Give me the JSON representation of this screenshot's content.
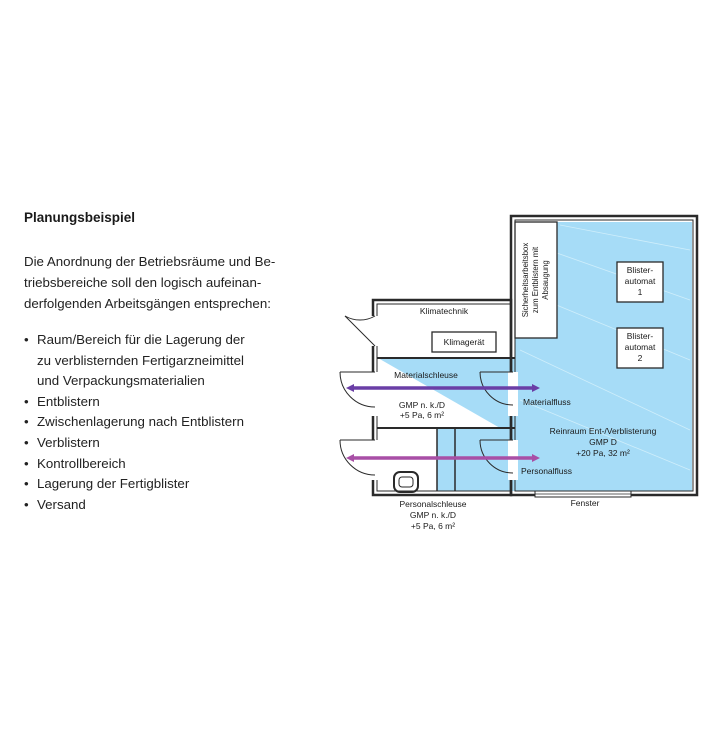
{
  "text": {
    "heading": "Planungsbeispiel",
    "intro_lines": [
      "Die Anordnung der Betriebsräume und Be-",
      "triebsbereiche soll den logisch aufeinan-",
      "derfolgenden Arbeitsgängen entsprechen:"
    ],
    "bullets": [
      {
        "lines": [
          "Raum/Bereich für die Lagerung der",
          "zu verblisternden Fertigarzneimittel",
          "und Verpackungsmaterialien"
        ]
      },
      {
        "lines": [
          "Entblistern"
        ]
      },
      {
        "lines": [
          "Zwischenlagerung nach Entblistern"
        ]
      },
      {
        "lines": [
          "Verblistern"
        ]
      },
      {
        "lines": [
          "Kontrollbereich"
        ]
      },
      {
        "lines": [
          "Lagerung der Fertigblister"
        ]
      },
      {
        "lines": [
          "Versand"
        ]
      }
    ]
  },
  "plan": {
    "klimatechnik": "Klimatechnik",
    "klimageraet": "Klimagerät",
    "materialschleuse": {
      "title": "Materialschleuse",
      "gmp": "GMP n. k./D",
      "pressure": "+5 Pa, 6 m²"
    },
    "personalschleuse": {
      "title": "Personalschleuse",
      "gmp": "GMP n. k./D",
      "pressure": "+5 Pa, 6 m²"
    },
    "sicherheitsbox": [
      "Sicherheitsarbeitsbox",
      "zum Entblistern mit",
      "Absaugung"
    ],
    "blister1": [
      "Blister-",
      "automat",
      "1"
    ],
    "blister2": [
      "Blister-",
      "automat",
      "2"
    ],
    "reinraum": {
      "title": "Reinraum Ent-/Verblisterung",
      "gmp": "GMP D",
      "pressure": "+20 Pa, 32 m²"
    },
    "materialfluss": "Materialfluss",
    "personalfluss": "Personalfluss",
    "fenster": "Fenster"
  },
  "colors": {
    "cleanroom_fill": "#a6dcf7",
    "wall": "#2a2a2a",
    "materialfluss_arrow": "#6a3ea6",
    "personalfluss_arrow": "#a84fa6"
  }
}
